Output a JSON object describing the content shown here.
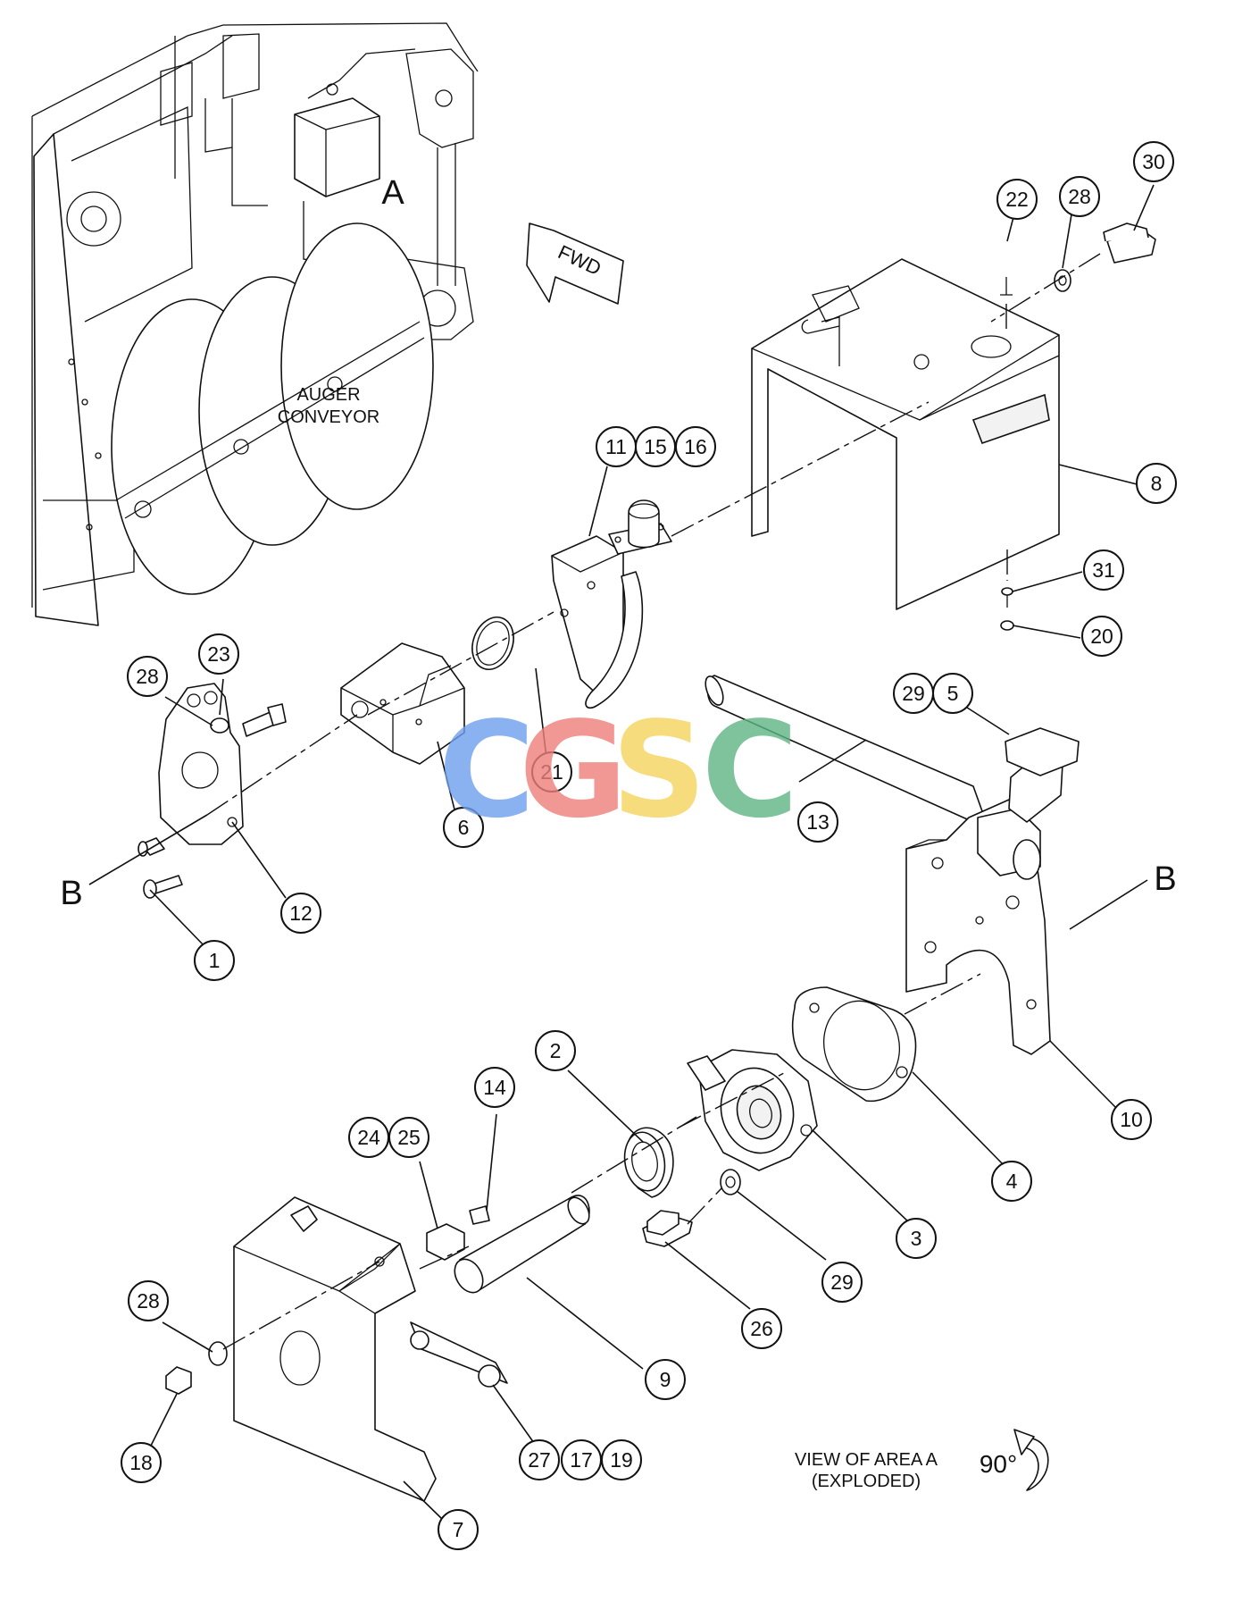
{
  "labels": {
    "area_marker": "A",
    "forward_arrow": "FWD",
    "auger_line1": "AUGER",
    "auger_line2": "CONVEYOR",
    "section_left": "B",
    "section_right": "B",
    "view_line1": "VIEW OF AREA A",
    "view_line2": "(EXPLODED)",
    "rotation": "90°"
  },
  "watermark": {
    "letters": [
      "C",
      "G",
      "S",
      "C"
    ],
    "colors": [
      "#6ea0ee",
      "#ee7f7b",
      "#f5d45c",
      "#5eb583"
    ]
  },
  "callouts": [
    "1",
    "2",
    "3",
    "4",
    "5",
    "6",
    "7",
    "8",
    "9",
    "10",
    "11",
    "12",
    "13",
    "14",
    "15",
    "16",
    "17",
    "18",
    "19",
    "20",
    "21",
    "22",
    "23",
    "24",
    "25",
    "26",
    "27",
    "28",
    "28",
    "28",
    "29",
    "29",
    "30",
    "31"
  ]
}
